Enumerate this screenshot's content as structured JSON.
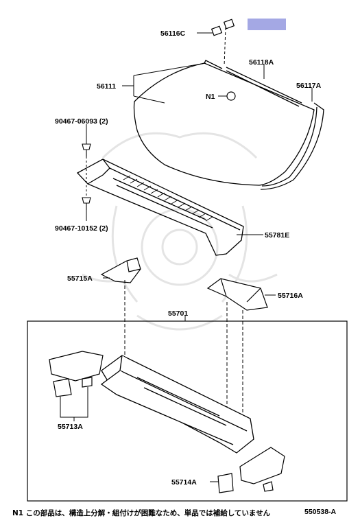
{
  "labels": {
    "p56116C": "56116C",
    "p56118A": "56118A",
    "p56111": "56111",
    "p56117A": "56117A",
    "n1": "N1",
    "p90467_06093": "90467-06093 (2)",
    "p90467_10152": "90467-10152 (2)",
    "p55781E": "55781E",
    "p55715A": "55715A",
    "p55716A": "55716A",
    "p55701": "55701",
    "p55713A": "55713A",
    "p55714A": "55714A"
  },
  "footnote": "N1 この部品は、構造上分解・組付けが困難なため、単品では補給していません",
  "figure_number": "550538-A",
  "colors": {
    "highlight": "#a4a8e4",
    "line": "#000000",
    "watermark": "#e4e4e4"
  }
}
